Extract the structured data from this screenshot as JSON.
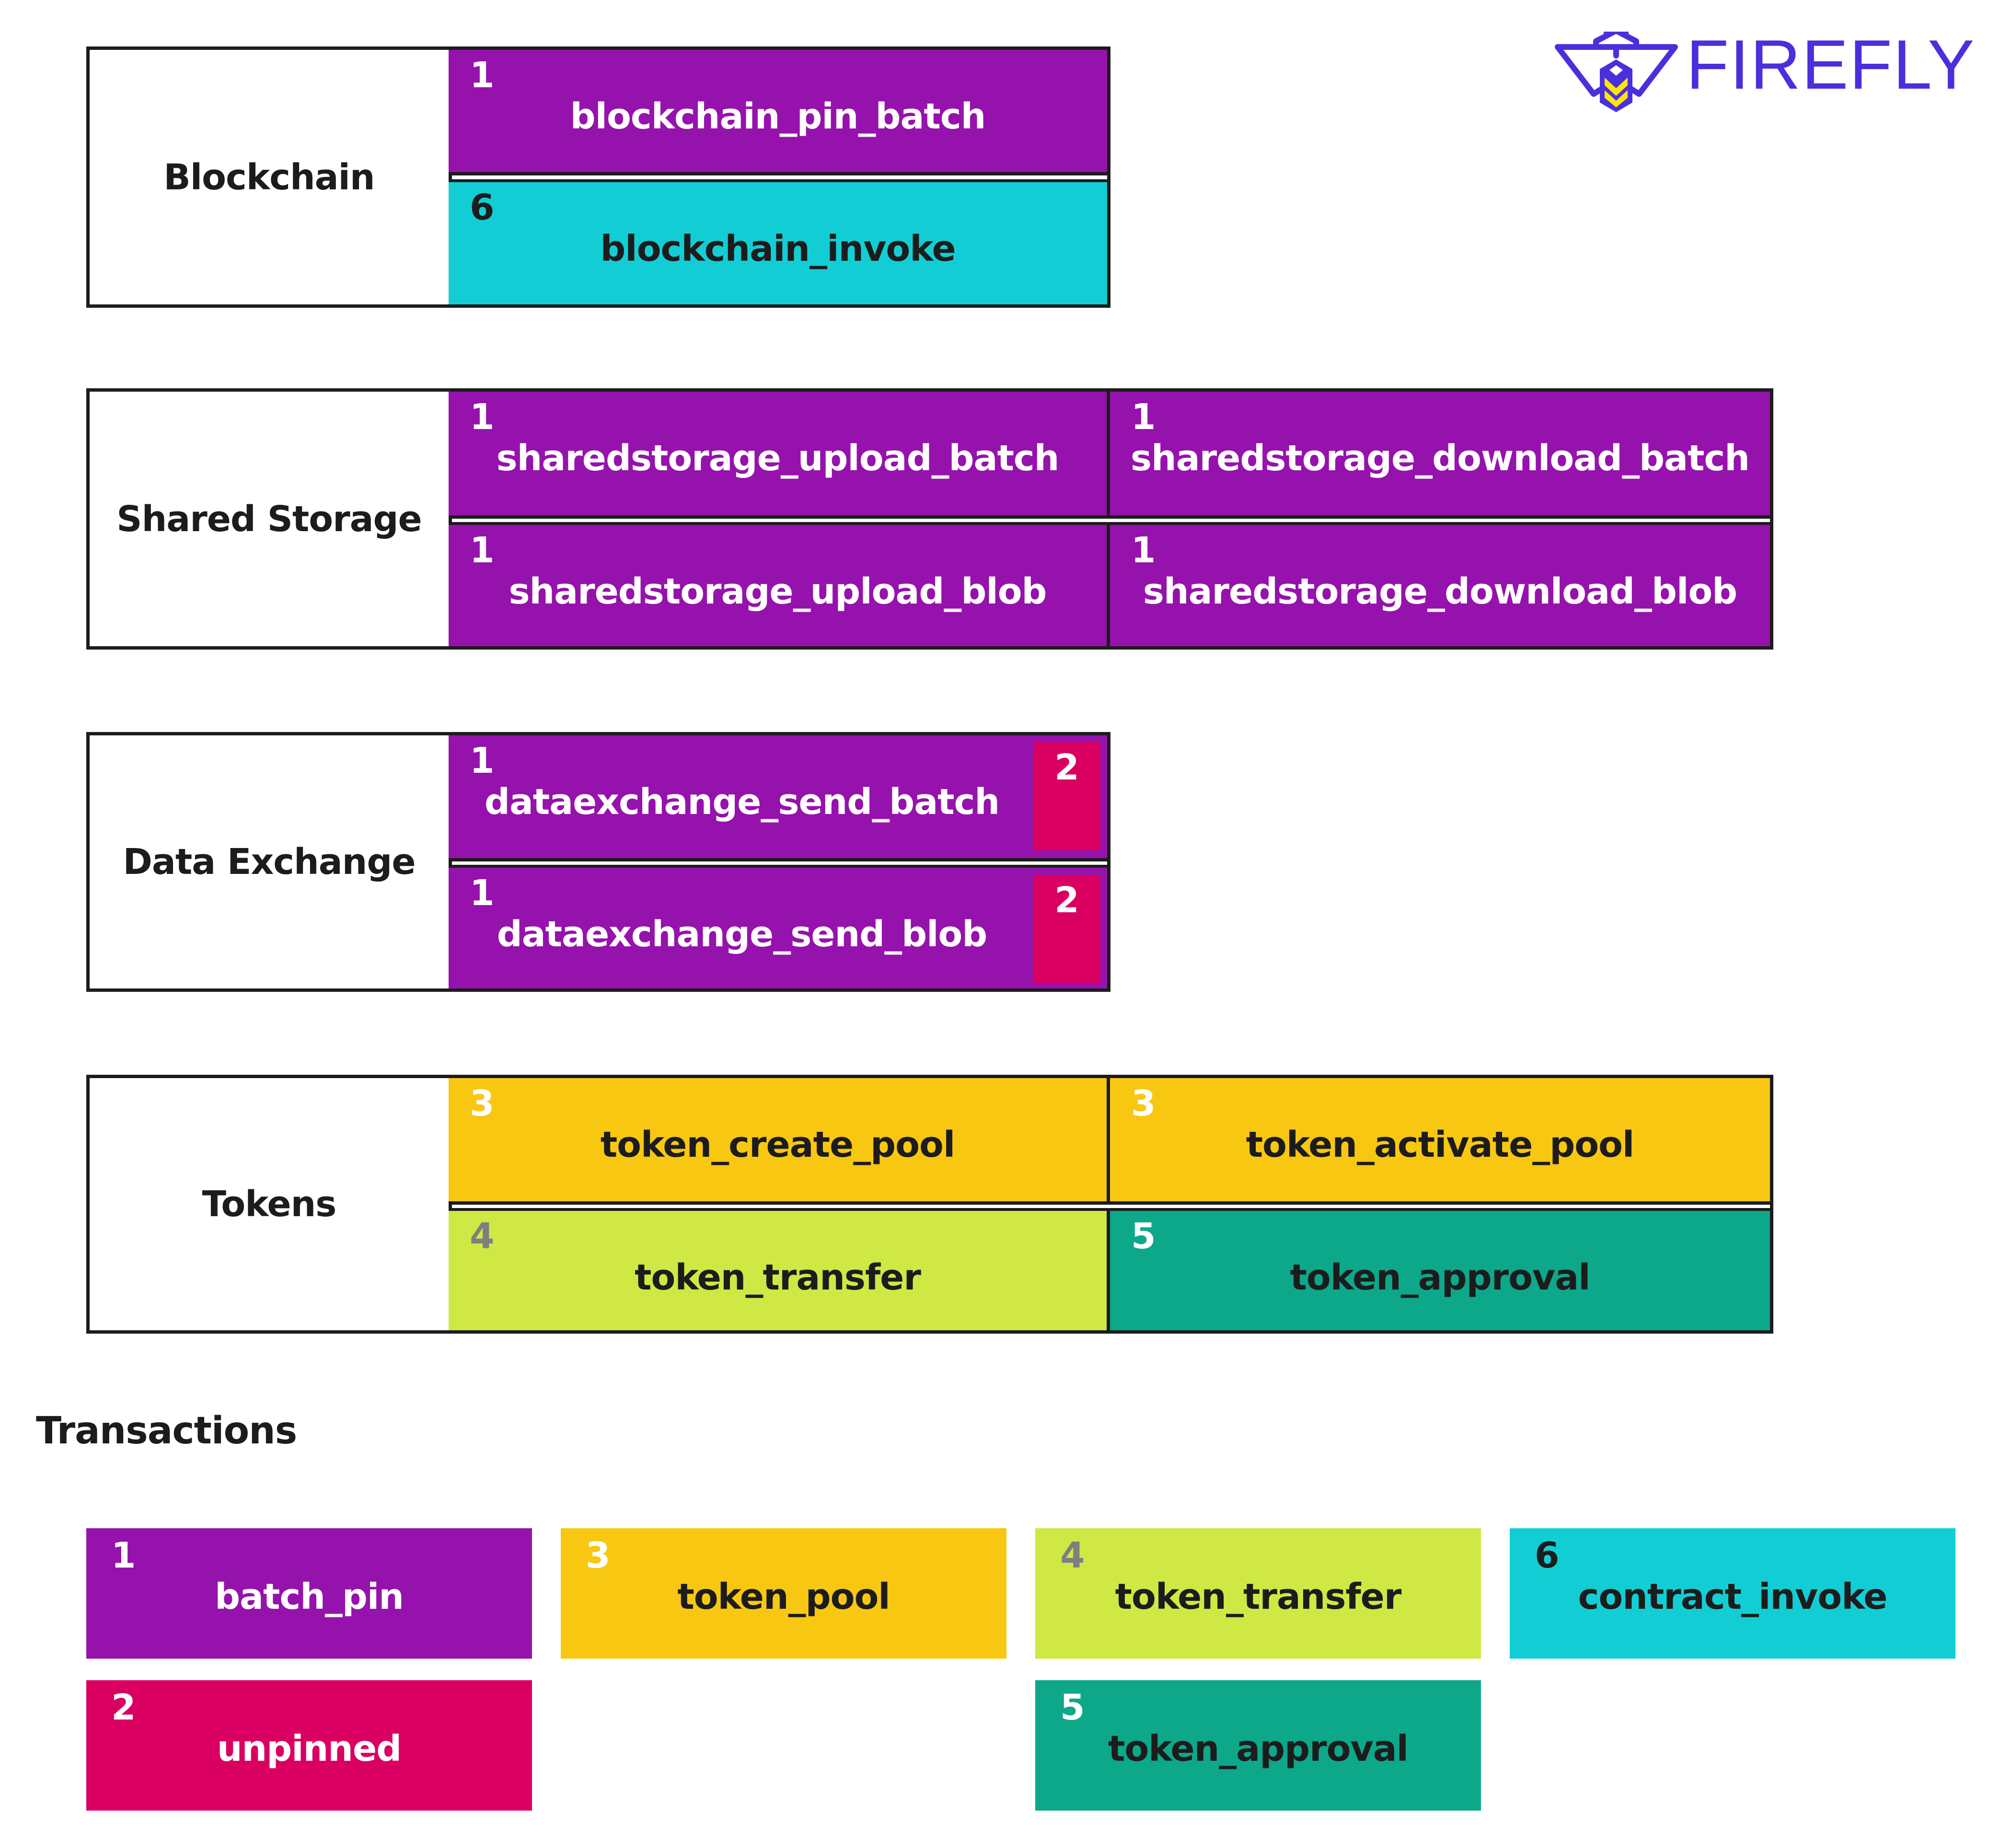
{
  "logo": {
    "text": "FIREFLY",
    "color": "#4a30dc",
    "accent": "#ffe600",
    "icon": "firefly-bee-icon"
  },
  "colors": {
    "1": "#9612ac",
    "2": "#da0062",
    "3": "#f8c711",
    "4": "#cfe843",
    "5": "#0da78a",
    "6": "#12ced4",
    "border": "#1c1c1c"
  },
  "sections": {
    "blockchain": {
      "title": "Blockchain",
      "ops": [
        {
          "num": "1",
          "label": "blockchain_pin_batch"
        },
        {
          "num": "6",
          "label": "blockchain_invoke"
        }
      ]
    },
    "shared_storage": {
      "title": "Shared Storage",
      "ops": [
        {
          "num": "1",
          "label": "sharedstorage_upload_batch"
        },
        {
          "num": "1",
          "label": "sharedstorage_download_batch"
        },
        {
          "num": "1",
          "label": "sharedstorage_upload_blob"
        },
        {
          "num": "1",
          "label": "sharedstorage_download_blob"
        }
      ]
    },
    "data_exchange": {
      "title": "Data Exchange",
      "ops": [
        {
          "num": "1",
          "label": "dataexchange_send_batch",
          "alt_num": "2"
        },
        {
          "num": "1",
          "label": "dataexchange_send_blob",
          "alt_num": "2"
        }
      ]
    },
    "tokens": {
      "title": "Tokens",
      "ops": [
        {
          "num": "3",
          "label": "token_create_pool"
        },
        {
          "num": "3",
          "label": "token_activate_pool"
        },
        {
          "num": "4",
          "label": "token_transfer"
        },
        {
          "num": "5",
          "label": "token_approval"
        }
      ]
    }
  },
  "transactions": {
    "heading": "Transactions",
    "items": [
      {
        "num": "1",
        "label": "batch_pin"
      },
      {
        "num": "3",
        "label": "token_pool"
      },
      {
        "num": "4",
        "label": "token_transfer"
      },
      {
        "num": "6",
        "label": "contract_invoke"
      },
      {
        "num": "2",
        "label": "unpinned"
      },
      {
        "num": "5",
        "label": "token_approval"
      }
    ]
  }
}
